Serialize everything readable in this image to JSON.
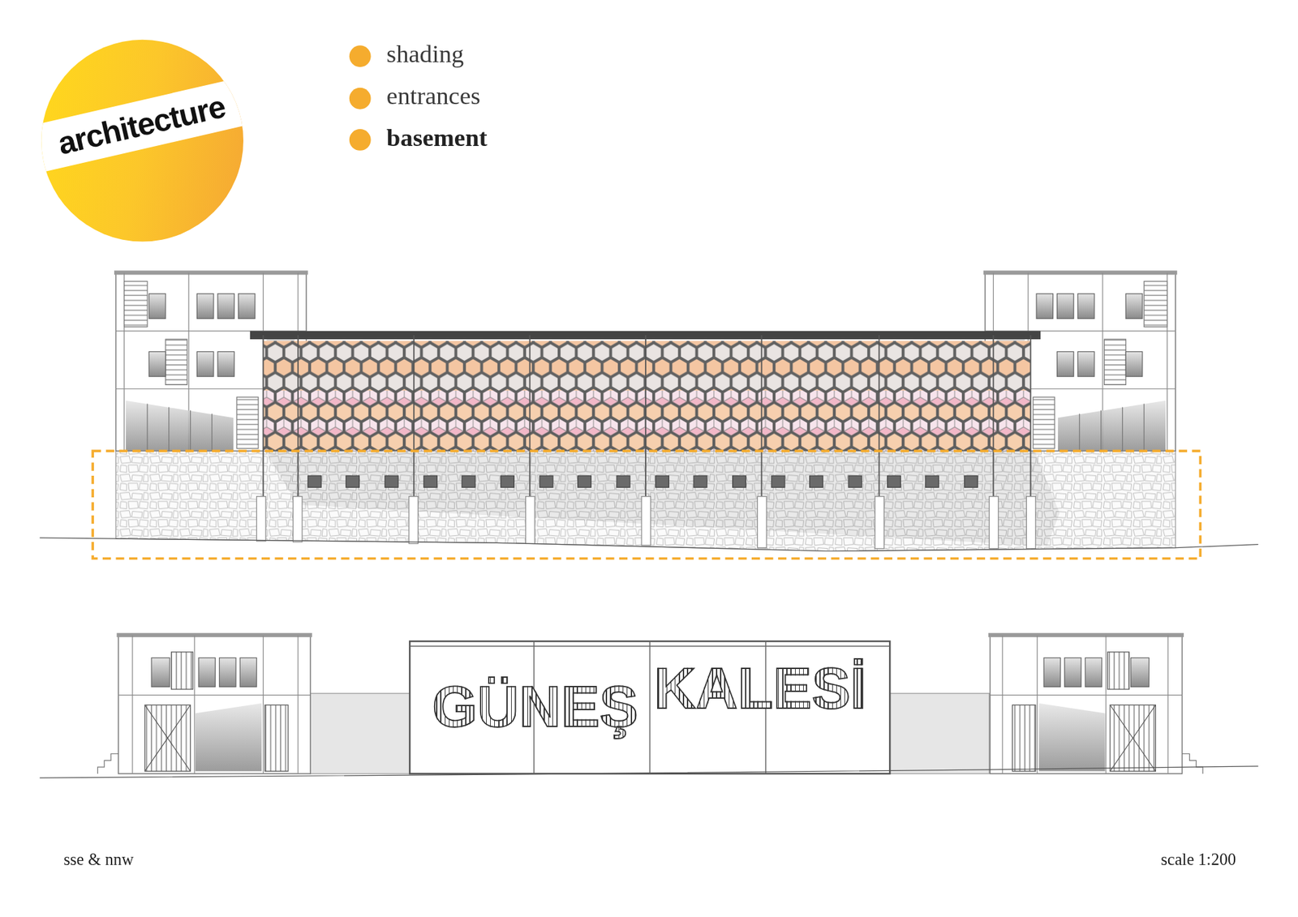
{
  "diagram": {
    "nodes": [
      {
        "text": [
          "architecture"
        ]
      }
    ],
    "labels": [
      "GÜNEŞ",
      "KALESİ",
      "sse & nnw",
      "scale 1:200"
    ],
    "legend": [
      {
        "text": "shading",
        "color": "#f5ac2e"
      },
      {
        "text": "entrances",
        "color": "#f5ac2e"
      },
      {
        "text": "basement",
        "color": "#f5ac2e"
      }
    ]
  }
}
